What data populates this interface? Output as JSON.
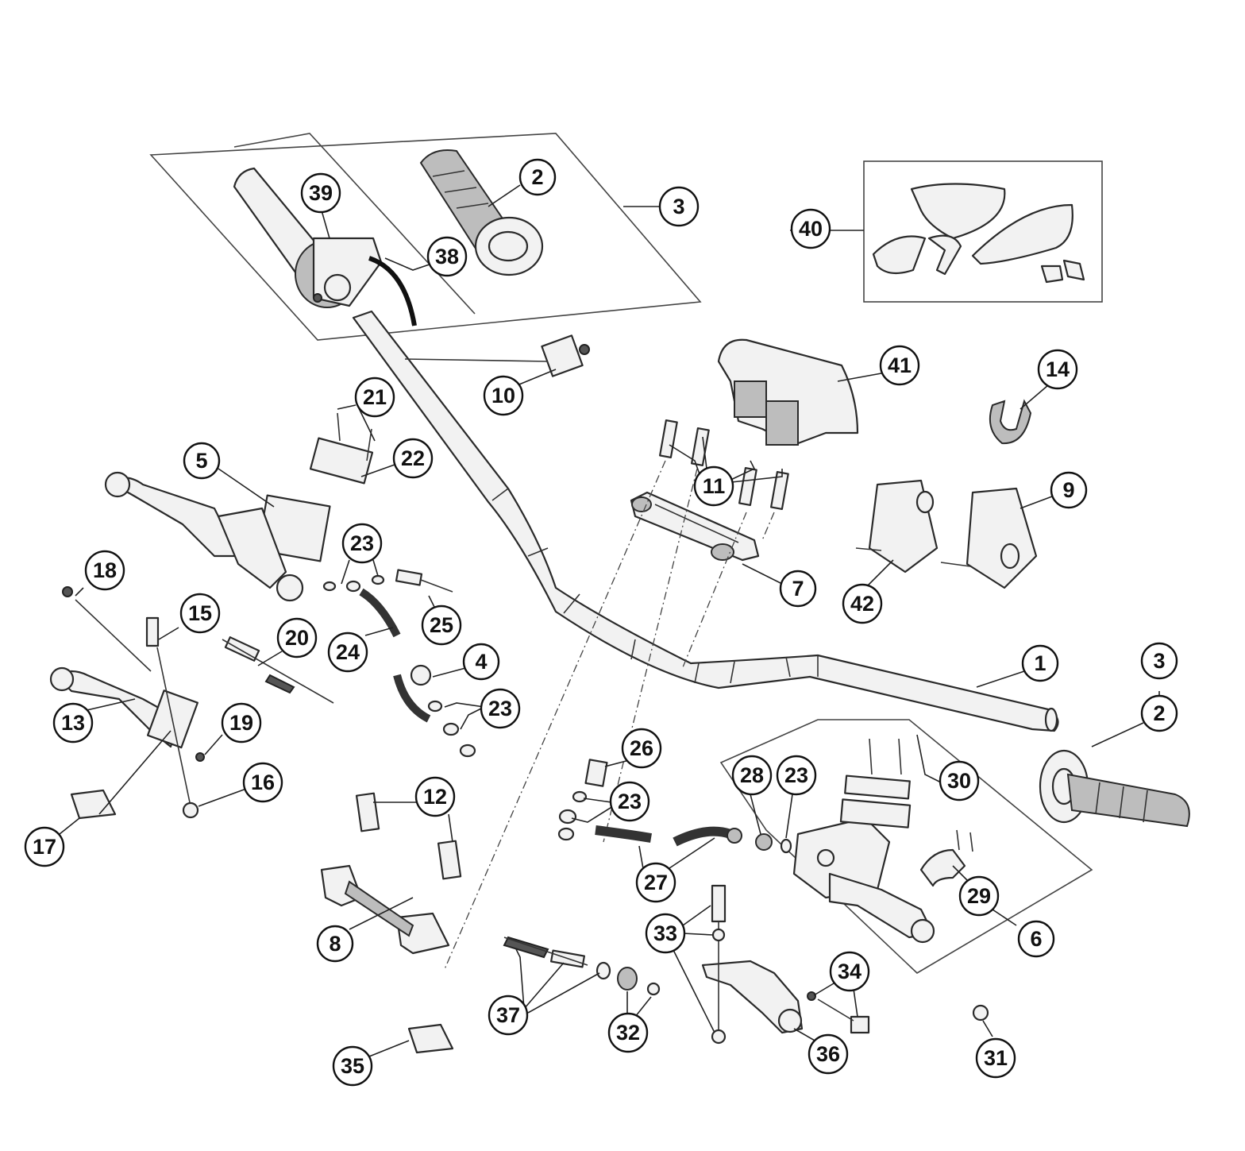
{
  "diagram": {
    "callouts": {
      "c1": "1",
      "c2a": "2",
      "c2b": "2",
      "c3a": "3",
      "c3b": "3",
      "c4": "4",
      "c5": "5",
      "c6": "6",
      "c7": "7",
      "c8": "8",
      "c9": "9",
      "c10": "10",
      "c11": "11",
      "c12": "12",
      "c13": "13",
      "c14": "14",
      "c15": "15",
      "c16": "16",
      "c17": "17",
      "c18": "18",
      "c19": "19",
      "c20": "20",
      "c21": "21",
      "c22": "22",
      "c23a": "23",
      "c23b": "23",
      "c23c": "23",
      "c23d": "23",
      "c24": "24",
      "c25": "25",
      "c26": "26",
      "c27": "27",
      "c28": "28",
      "c29": "29",
      "c30": "30",
      "c31": "31",
      "c32": "32",
      "c33": "33",
      "c34": "34",
      "c35": "35",
      "c36": "36",
      "c37": "37",
      "c38": "38",
      "c39": "39",
      "c40": "40",
      "c41": "41",
      "c42": "42"
    }
  }
}
